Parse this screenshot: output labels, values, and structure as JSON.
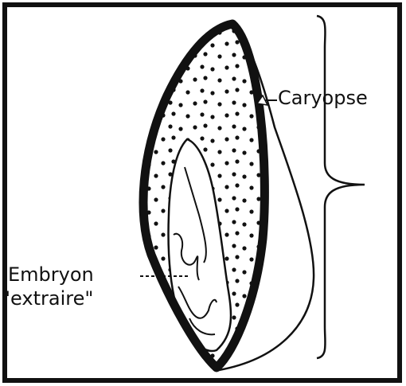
{
  "diagram": {
    "labels": {
      "caryopse": "Caryopse",
      "embryon": "Embryon",
      "extraire": "\"extraire\""
    },
    "colors": {
      "ink": "#111111",
      "paper": "#ffffff"
    }
  }
}
